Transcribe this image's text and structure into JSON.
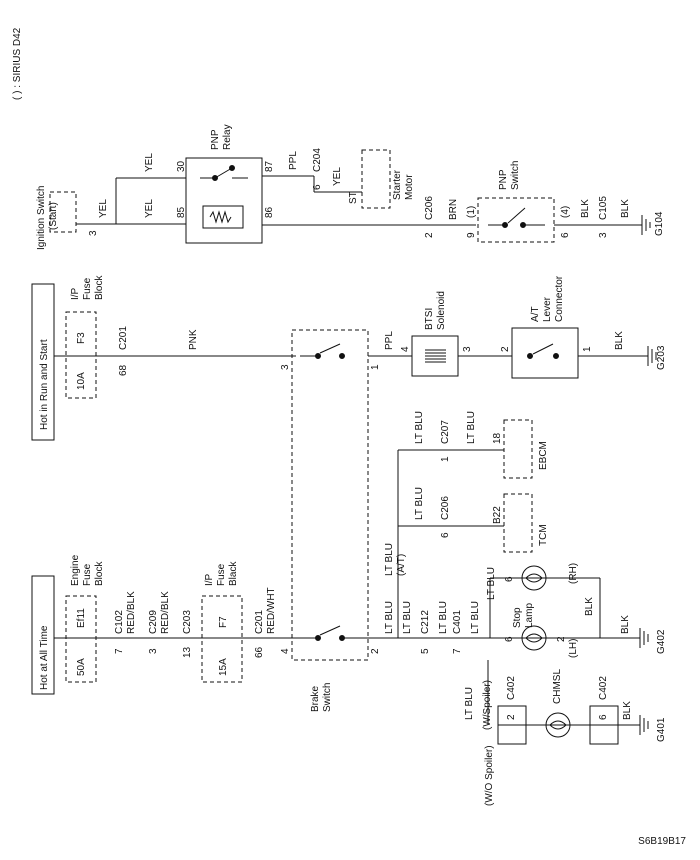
{
  "note": "( ) : SIRIUS D42",
  "diagram_id": "S6B19B17",
  "power": {
    "run_start": "Hot in Run and Start",
    "all_time": "Hot at All Time"
  },
  "ignition": {
    "name": "Ignition Switch",
    "sub": "(Start)",
    "pin": "3",
    "wire": "YEL"
  },
  "pnp_relay": {
    "name1": "PNP",
    "name2": "Relay",
    "pins": [
      "30",
      "87",
      "85",
      "86"
    ],
    "wires": [
      "YEL",
      "YEL",
      "PPL"
    ]
  },
  "c204": {
    "name": "C204",
    "pin": "6",
    "wire": "YEL"
  },
  "starter": {
    "name1": "Starter",
    "name2": "Motor",
    "pin": "ST"
  },
  "c206_top": {
    "name": "C206",
    "pin": "2",
    "wire": "BRN"
  },
  "pnp_switch": {
    "name1": "PNP",
    "name2": "Switch",
    "pin_a": "9",
    "pin_a_alt": "(1)",
    "pin_b": "6",
    "pin_b_alt": "(4)"
  },
  "c105": {
    "name": "C105",
    "pin": "3",
    "wire": "BLK"
  },
  "g104": "G104",
  "ip_fuse_top": {
    "l1": "I/P",
    "l2": "Fuse",
    "l3": "Block",
    "fuse": "F3",
    "rating": "10A"
  },
  "c201_top": {
    "name": "C201",
    "pin": "68",
    "wire": "PNK"
  },
  "brake": {
    "pin_a": "3",
    "pin_b": "1",
    "pin_c": "4",
    "pin_d": "2",
    "name1": "Brake",
    "name2": "Switch"
  },
  "btsi": {
    "name1": "BTSI",
    "name2": "Solenoid",
    "wire": "PPL",
    "pin_in": "4",
    "pin_out": "3"
  },
  "lever": {
    "l1": "A/T",
    "l2": "Lever",
    "l3": "Connector",
    "pin_in": "2",
    "pin_out": "1",
    "wire": "BLK"
  },
  "g203": "G203",
  "engine_fuse": {
    "l1": "Engine",
    "l2": "Fuse",
    "l3": "Block",
    "fuse": "Ef11",
    "rating": "50A"
  },
  "c102": {
    "name": "C102",
    "pin": "7",
    "wire": "RED/BLK"
  },
  "c209": {
    "name": "C209",
    "pin": "3",
    "wire": "RED/BLK"
  },
  "ip_fuse_bottom": {
    "l1": "I/P",
    "l2": "Fuse",
    "l3": "Black",
    "fuse": "F7",
    "rating": "15A"
  },
  "c203": {
    "name": "C203",
    "pin": "13"
  },
  "c201_bottom": {
    "name": "C201",
    "pin": "66",
    "wire": "RED/WHT"
  },
  "ltblu": {
    "w1": "LT BLU",
    "w2": "LT BLU",
    "w3": "LT BLU",
    "w4": "LT BLU",
    "at_label": "(A/T)",
    "w5": "LT BLU",
    "w6": "LT BLU",
    "w7": "LT BLU"
  },
  "c207": {
    "name": "C207",
    "pin": "1",
    "wire": "LT BLU"
  },
  "ebcm": {
    "name": "EBCM",
    "pin": "18"
  },
  "c206_mid": {
    "name": "C206",
    "pin": "6",
    "wire": "LT BLU"
  },
  "tcm": {
    "name": "TCM",
    "pin": "B22"
  },
  "c212": {
    "name": "C212",
    "pin": "5"
  },
  "c401": {
    "name": "C401",
    "pin": "7"
  },
  "stop_lamp": {
    "name1": "Stop",
    "name2": "Lamp",
    "pin_rh": "6",
    "rh": "(RH)",
    "pin_lh": "6",
    "lh_pin": "2",
    "lh": "(LH)",
    "wire_rh": "BLK",
    "wire_g": "BLK"
  },
  "g402": "G402",
  "spoiler": {
    "w": "(W/Spoiler)",
    "wo": "(W/O Spoiler)",
    "wire": "LT BLU"
  },
  "c402": {
    "name": "C402",
    "pin_a": "2",
    "pin_b": "6",
    "name_b": "C402"
  },
  "chmsl": {
    "name": "CHMSL",
    "wire": "BLK"
  },
  "g401": "G401"
}
